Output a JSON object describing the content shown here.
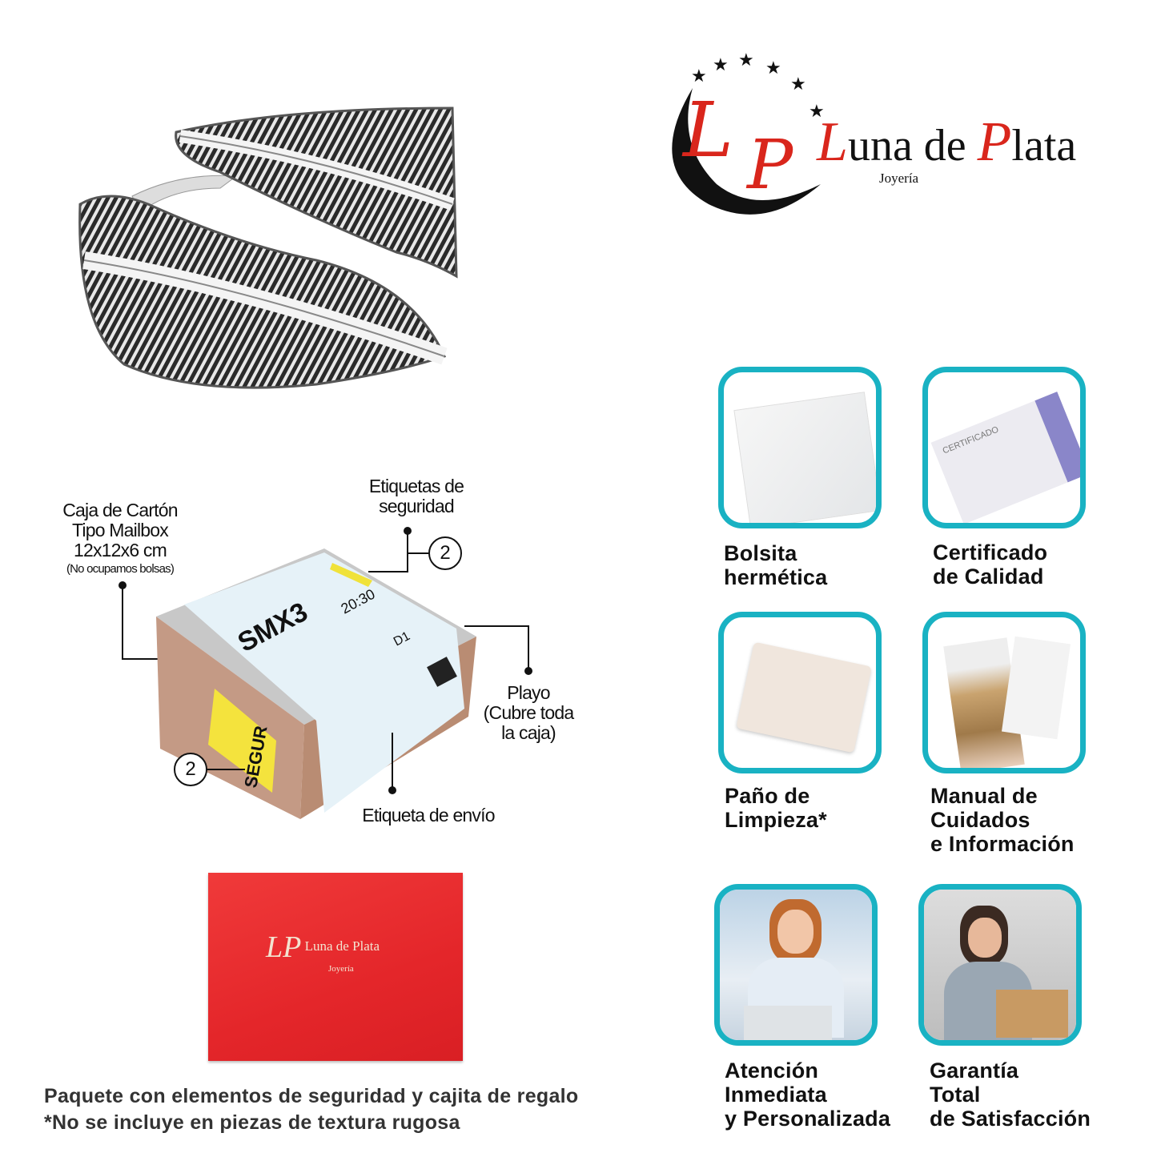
{
  "brand": {
    "name": "Luna de Plata",
    "monogram": "LP",
    "subtitle": "Joyería"
  },
  "features": [
    {
      "lines": [
        "Bolsita",
        "hermética"
      ]
    },
    {
      "lines": [
        "Certificado",
        "de Calidad"
      ]
    },
    {
      "lines": [
        "Paño de",
        "Limpieza*"
      ]
    },
    {
      "lines": [
        "Manual de",
        "Cuidados",
        "e Información"
      ]
    },
    {
      "lines": [
        "Atención",
        "Inmediata",
        "y Personalizada"
      ]
    },
    {
      "lines": [
        "Garantía",
        "Total",
        "de Satisfacción"
      ]
    }
  ],
  "certificate_text": "CERTIFICADO",
  "package_diagram": {
    "box_label": [
      "Caja de Cartón",
      "Tipo Mailbox",
      "12x12x6 cm"
    ],
    "box_note": "(No ocupamos bolsas)",
    "security_labels": [
      "Etiquetas de",
      "seguridad"
    ],
    "security_count": "2",
    "wrap_label": [
      "Playo",
      "(Cubre toda",
      "la caja)"
    ],
    "shipping_label": "Etiqueta de envío",
    "shipping_code": "SMX3",
    "shipping_time": "20:30",
    "shipping_route": "D1",
    "sticker_text": "SEGUR"
  },
  "footer": {
    "line1": "Paquete con elementos de seguridad y cajita de regalo",
    "line2": "*No se incluye en piezas de textura rugosa"
  },
  "colors": {
    "teal": "#19b2c3",
    "red": "#e4262a",
    "logo_red": "#d9261c"
  }
}
